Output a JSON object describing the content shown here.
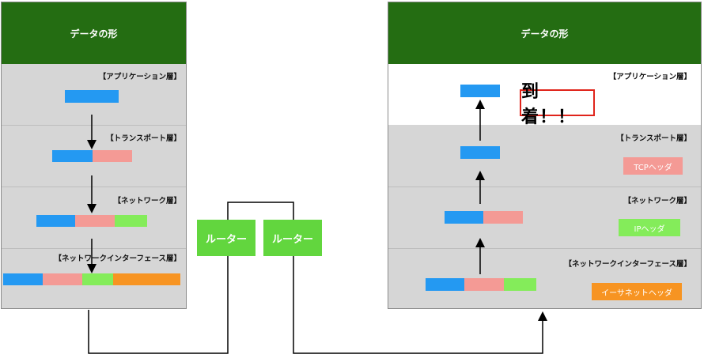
{
  "left_panel": {
    "header": "データの形",
    "layers": {
      "application": "【アプリケーション層】",
      "transport": "【トランスポート層】",
      "network": "【ネットワーク層】",
      "interface": "【ネットワークインターフェース層】"
    }
  },
  "routers": [
    "ルーター",
    "ルーター"
  ],
  "right_panel": {
    "header": "データの形",
    "arrived": "到着！！",
    "layers": {
      "application": "【アプリケーション層】",
      "transport": "【トランスポート層】",
      "network": "【ネットワーク層】",
      "interface": "【ネットワークインターフェース層】"
    },
    "tags": {
      "tcp": "TCPヘッダ",
      "ip": "IPヘッダ",
      "ethernet": "イーサネットヘッダ"
    }
  },
  "colors": {
    "header": "#246d12",
    "data": "#2499f2",
    "tcp_header": "#f49a95",
    "ip_header": "#84ec5a",
    "ethernet_header": "#f79422",
    "router": "#62d63e",
    "arrived_border": "#e0241b"
  }
}
